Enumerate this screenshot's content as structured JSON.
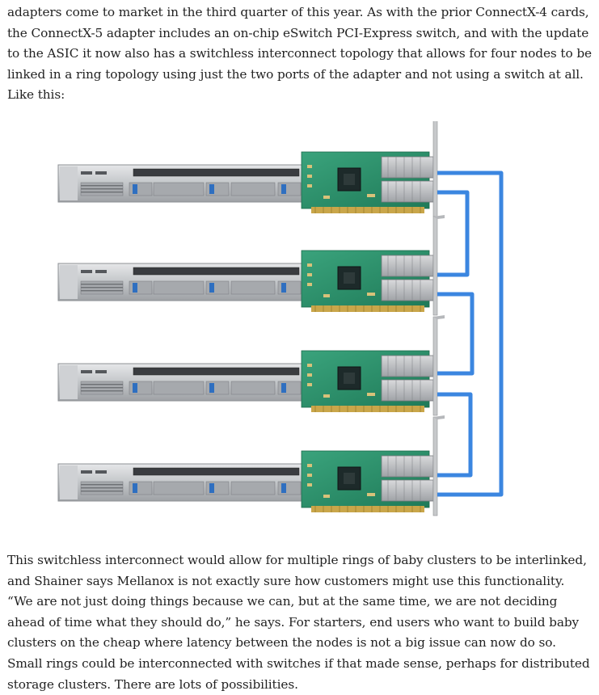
{
  "article": {
    "paragraph_before": "adapters come to market in the third quarter of this year. As with the prior ConnectX-4 cards, the ConnectX-5 adapter includes an on-chip eSwitch PCI-Express switch, and with the update to the ASIC it now also has a switchless interconnect topology that allows for four nodes to be linked in a ring topology using just the two ports of the adapter and not using a switch at all. Like this:",
    "paragraph_after": "This switchless interconnect would allow for multiple rings of baby clusters to be interlinked, and Shainer says Mellanox is not exactly sure how customers might use this functionality. “We are not just doing things because we can, but at the same time, we are not deciding ahead of time what they should do,” he says. For starters, end users who want to build baby clusters on the cheap where latency between the nodes is not a big issue can now do so. Small rings could be interconnected with switches if that made sense, perhaps for distributed storage clusters. There are lots of possibilities."
  },
  "figure": {
    "node_count": 4,
    "cable_color": "#3b86e0",
    "pcb_color": "#2a8f6a",
    "server_color": "#b9bcc0",
    "bracket_color": "#c7c9cb"
  }
}
